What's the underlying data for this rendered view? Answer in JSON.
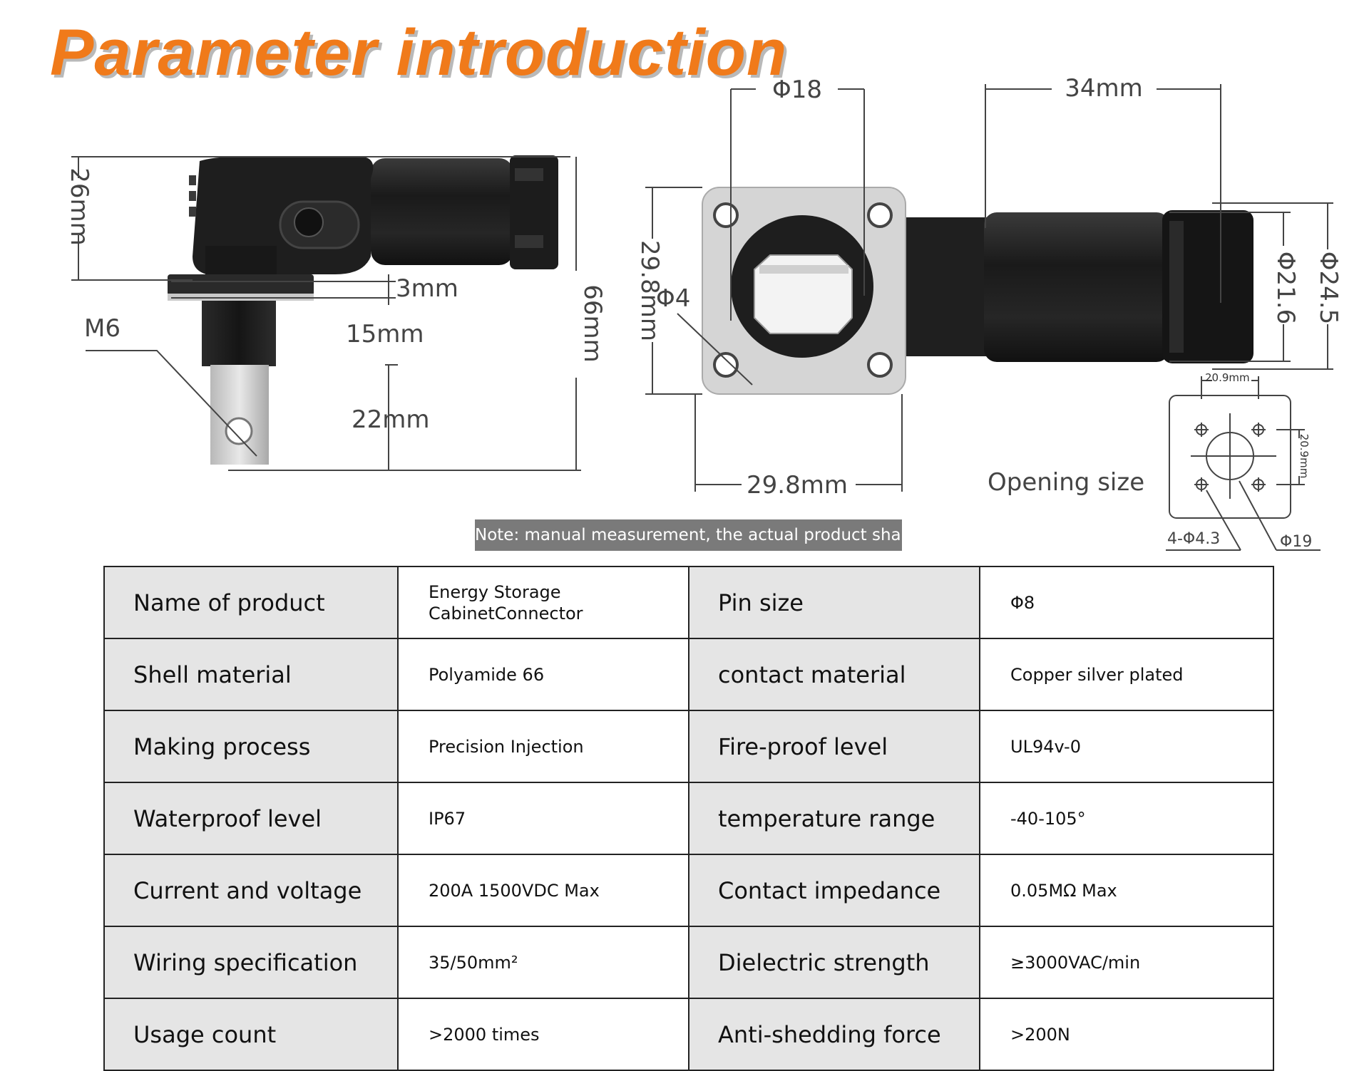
{
  "title": "Parameter introduction",
  "note": "Note: manual measurement, the actual product shall",
  "side_view": {
    "dims": {
      "height_top": "26mm",
      "flange_thickness": "3mm",
      "bolt": "M6",
      "offset": "15mm",
      "pin_length": "22mm",
      "total_height": "66mm"
    }
  },
  "front_view": {
    "dims": {
      "inner_dia": "Φ18",
      "flange_height": "29.8mm",
      "hole": "Φ4",
      "flange_width": "29.8mm",
      "body_length": "34mm",
      "dia_inner": "Φ21.6",
      "dia_outer": "Φ24.5"
    }
  },
  "opening": {
    "label": "Opening size",
    "width": "20.9mm",
    "height": "20.9mm",
    "holes": "4-Φ4.3",
    "center": "Φ19"
  },
  "table": [
    {
      "label1": "Name of product",
      "value1": "Energy Storage CabinetConnector",
      "label2": "Pin size",
      "value2": "Φ8"
    },
    {
      "label1": "Shell material",
      "value1": "Polyamide 66",
      "label2": "contact material",
      "value2": "Copper silver plated"
    },
    {
      "label1": "Making process",
      "value1": "Precision Injection",
      "label2": "Fire-proof level",
      "value2": "UL94v-0"
    },
    {
      "label1": "Waterproof level",
      "value1": "IP67",
      "label2": "temperature range",
      "value2": "-40-105°"
    },
    {
      "label1": "Current and voltage",
      "value1": "200A 1500VDC Max",
      "label2": "Contact impedance",
      "value2": "0.05MΩ Max"
    },
    {
      "label1": "Wiring specification",
      "value1": "35/50mm²",
      "label2": "Dielectric strength",
      "value2": "≥3000VAC/min"
    },
    {
      "label1": "Usage count",
      "value1": ">2000 times",
      "label2": "Anti-shedding force",
      "value2": ">200N"
    }
  ]
}
